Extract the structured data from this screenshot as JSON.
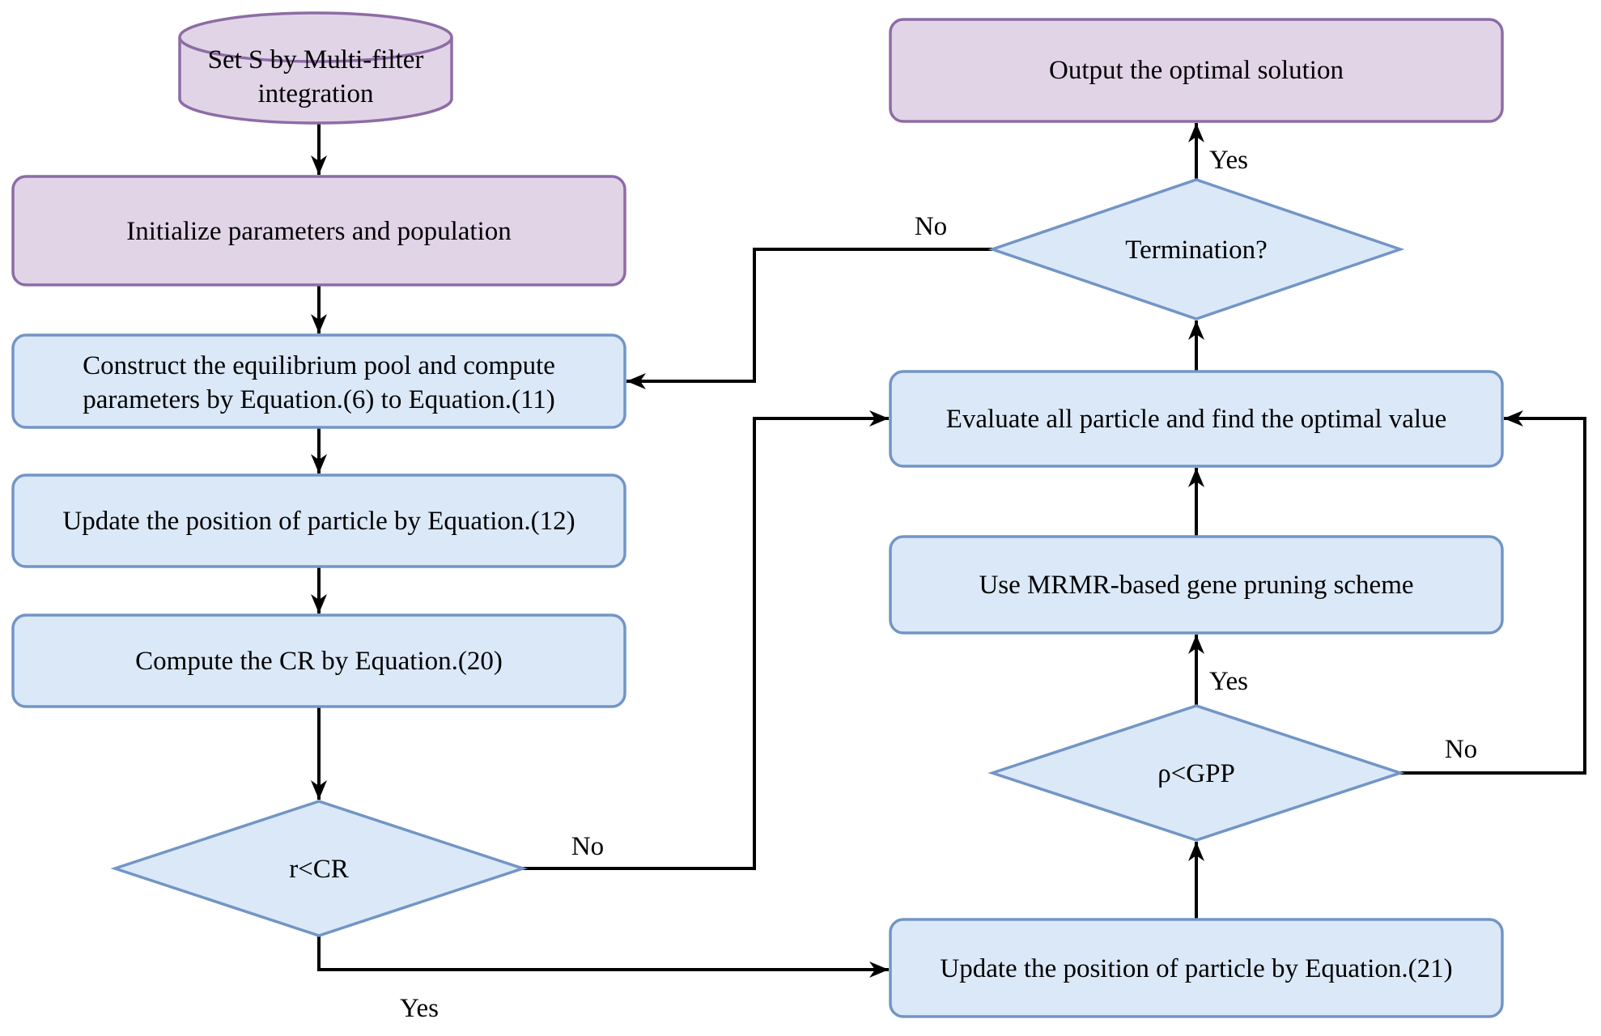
{
  "diagram": {
    "type": "flowchart",
    "nodes": {
      "set_s": {
        "shape": "cylinder",
        "line1": "Set S by Multi-filter",
        "line2": "integration"
      },
      "initialize": {
        "shape": "rounded-rect",
        "label": "Initialize parameters and population"
      },
      "construct": {
        "shape": "rounded-rect",
        "line1": "Construct the equilibrium pool and compute",
        "line2": "parameters by Equation.(6) to Equation.(11)"
      },
      "update12": {
        "shape": "rounded-rect",
        "label": "Update the position of particle by Equation.(12)"
      },
      "compute_cr": {
        "shape": "rounded-rect",
        "label": "Compute the CR by Equation.(20)"
      },
      "r_cr": {
        "shape": "diamond",
        "label": "r<CR"
      },
      "output": {
        "shape": "rounded-rect",
        "label": "Output the optimal solution"
      },
      "termination": {
        "shape": "diamond",
        "label": "Termination?"
      },
      "evaluate": {
        "shape": "rounded-rect",
        "label": "Evaluate all particle and find the optimal value"
      },
      "mrmr": {
        "shape": "rounded-rect",
        "label": "Use MRMR-based gene pruning scheme"
      },
      "gpp": {
        "shape": "diamond",
        "label": "ρ<GPP"
      },
      "update21": {
        "shape": "rounded-rect",
        "label": "Update the position of particle by Equation.(21)"
      }
    },
    "edge_labels": {
      "termination_yes": "Yes",
      "termination_no": "No",
      "rcr_no": "No",
      "rcr_yes": "Yes",
      "gpp_yes": "Yes",
      "gpp_no": "No"
    },
    "colors": {
      "purple_fill": "#e1d4e7",
      "purple_border": "#8d6ca6",
      "blue_fill": "#dbe8f8",
      "blue_border": "#7295c5",
      "line": "#000000",
      "text": "#000000",
      "background": "#ffffff"
    }
  }
}
